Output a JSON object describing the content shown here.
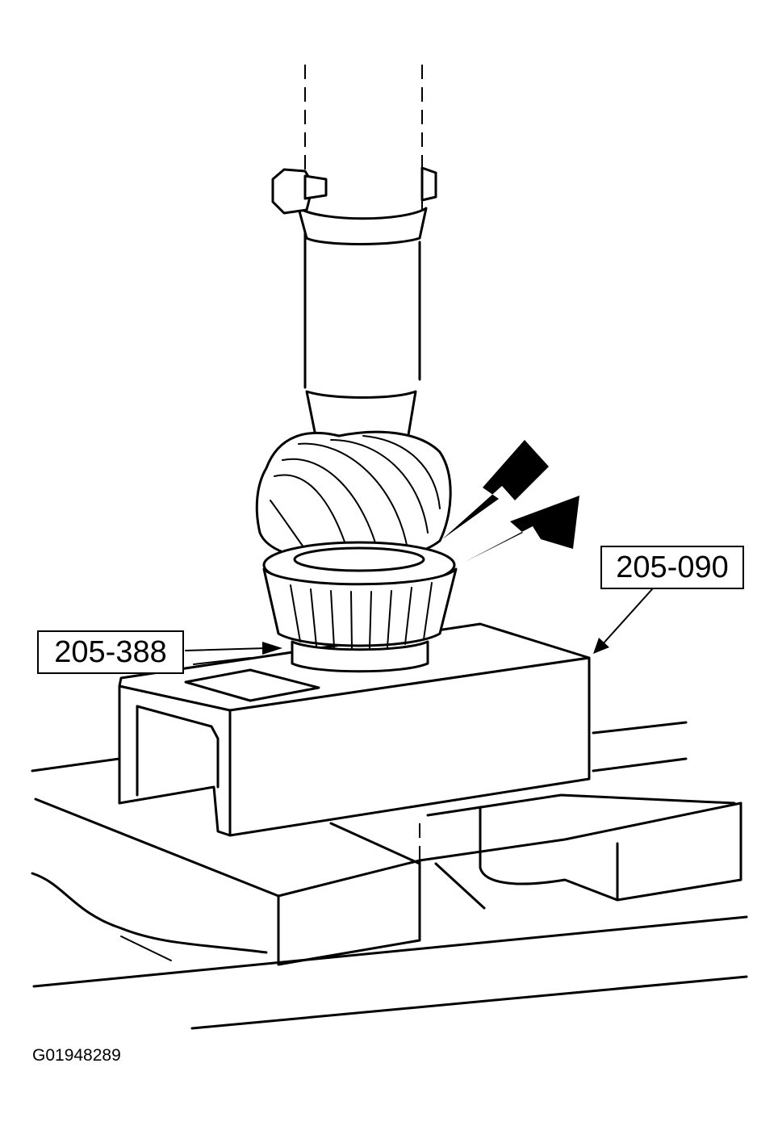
{
  "labels": {
    "tool_a": "205-090",
    "tool_b": "205-388"
  },
  "figure_id": "G01948289"
}
